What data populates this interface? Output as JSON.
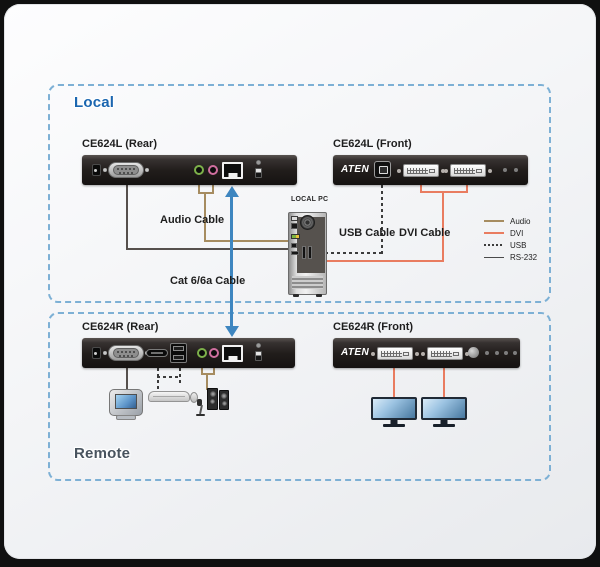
{
  "zones": {
    "local": {
      "label": "Local"
    },
    "remote": {
      "label": "Remote"
    }
  },
  "devices": {
    "ce624l_rear": {
      "label": "CE624L (Rear)"
    },
    "ce624l_front": {
      "label": "CE624L (Front)",
      "logo": "ATEN"
    },
    "ce624r_rear": {
      "label": "CE624R (Rear)"
    },
    "ce624r_front": {
      "label": "CE624R (Front)",
      "logo": "ATEN"
    },
    "local_pc": {
      "label": "LOCAL PC"
    }
  },
  "cable_labels": {
    "audio": "Audio Cable",
    "usb": "USB Cable",
    "dvi": "DVI Cable",
    "cat": "Cat 6/6a Cable"
  },
  "legend": {
    "items": [
      {
        "label": "Audio",
        "color": "#a68c60",
        "style": "solid"
      },
      {
        "label": "DVI",
        "color": "#e97c60",
        "style": "solid"
      },
      {
        "label": "USB",
        "color": "#3c3c3c",
        "style": "dashed"
      },
      {
        "label": "RS-232",
        "color": "#4a4a4a",
        "style": "solid"
      }
    ]
  },
  "colors": {
    "audio_cable": "#a68c60",
    "dvi_cable": "#e97c60",
    "usb_cable": "#3c3c3c",
    "rs232_cable": "#56504d",
    "cat_cable": "#3e86c0",
    "zone_border": "#7db0d5",
    "local_label": "#1b66b0",
    "remote_label": "#49545f"
  }
}
